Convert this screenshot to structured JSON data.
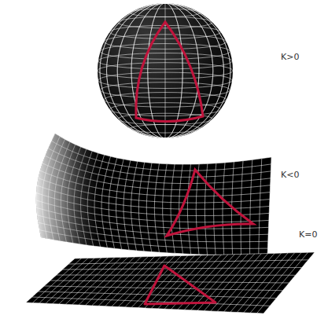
{
  "diagram": {
    "labels": [
      "K>0",
      "K<0",
      "K=0"
    ]
  }
}
